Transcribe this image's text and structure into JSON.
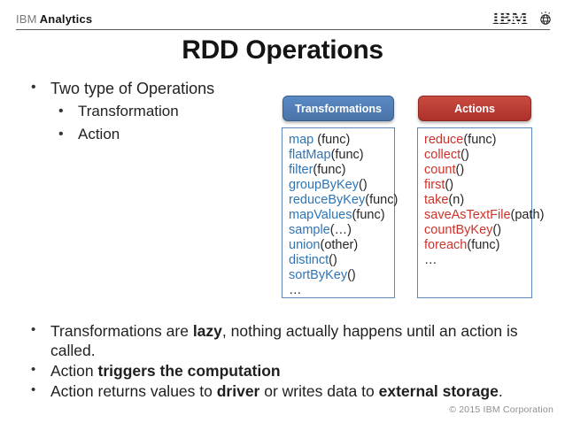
{
  "brand": {
    "ibm": "IBM",
    "product": "Analytics"
  },
  "logo": {
    "text": "IBM"
  },
  "title": "RDD Operations",
  "intro": {
    "main": "Two type of Operations",
    "subs": [
      "Transformation",
      "Action"
    ]
  },
  "columns": [
    {
      "id": "transformations",
      "header": "Transformations",
      "header_bg_top": "#5a89c4",
      "header_bg_bottom": "#4a74a8",
      "header_border": "#3a5f8f",
      "item_color": "#2e75b6",
      "body_border": "#5c88be",
      "items": [
        {
          "name": "map",
          "rest": " (func)"
        },
        {
          "name": "flatMap",
          "rest": "(func)"
        },
        {
          "name": "filter",
          "rest": "(func)"
        },
        {
          "name": "groupByKey",
          "rest": "()"
        },
        {
          "name": "reduceByKey",
          "rest": "(func)"
        },
        {
          "name": "mapValues",
          "rest": "(func)"
        },
        {
          "name": "sample",
          "rest": "(…)"
        },
        {
          "name": "union",
          "rest": "(other)"
        },
        {
          "name": "distinct",
          "rest": "()"
        },
        {
          "name": "sortByKey",
          "rest": "()"
        },
        {
          "name": "",
          "rest": "…"
        }
      ]
    },
    {
      "id": "actions",
      "header": "Actions",
      "header_bg_top": "#c94a41",
      "header_bg_bottom": "#ae322b",
      "header_border": "#8e2822",
      "item_color": "#cc332b",
      "body_border": "#5c88be",
      "items": [
        {
          "name": "reduce",
          "rest": "(func)"
        },
        {
          "name": "collect",
          "rest": "()"
        },
        {
          "name": "count",
          "rest": "()"
        },
        {
          "name": "first",
          "rest": "()"
        },
        {
          "name": "take",
          "rest": "(n)"
        },
        {
          "name": "saveAsTextFile",
          "rest": "(path)"
        },
        {
          "name": "countByKey",
          "rest": "()"
        },
        {
          "name": "foreach",
          "rest": "(func)"
        },
        {
          "name": "",
          "rest": "…"
        }
      ]
    }
  ],
  "notes": [
    {
      "segments": [
        {
          "t": "Transformations are ",
          "b": false
        },
        {
          "t": "lazy",
          "b": true
        },
        {
          "t": ", nothing actually happens until an action is called.",
          "b": false
        }
      ]
    },
    {
      "segments": [
        {
          "t": "Action ",
          "b": false
        },
        {
          "t": "triggers the computation",
          "b": true
        }
      ]
    },
    {
      "segments": [
        {
          "t": "Action returns values to ",
          "b": false
        },
        {
          "t": "driver",
          "b": true
        },
        {
          "t": " or writes data to ",
          "b": false
        },
        {
          "t": "external storage",
          "b": true
        },
        {
          "t": ".",
          "b": false
        }
      ]
    }
  ],
  "footer": "© 2015 IBM Corporation"
}
